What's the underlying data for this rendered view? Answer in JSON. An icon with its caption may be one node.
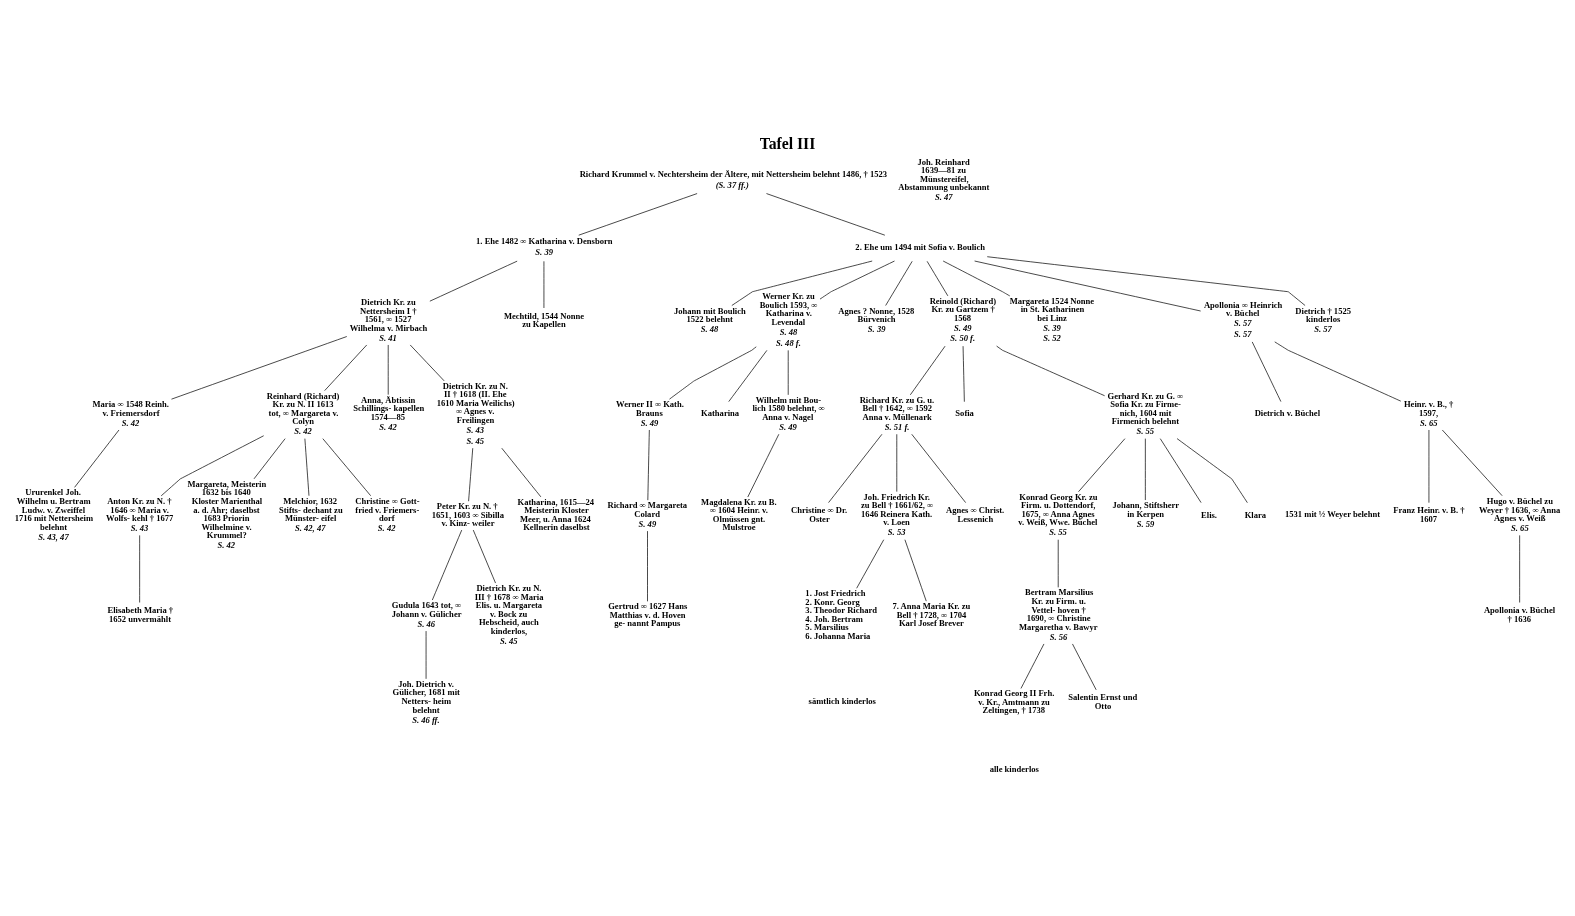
{
  "diagram": {
    "title": "Tafel III",
    "nodes": [
      {
        "text": [
          "Richard Krummel v. Nechtersheim der Ältere, mit Nettersheim belehnt 1486, † 1523"
        ],
        "beside": [
          "(S. 37 ff.)"
        ]
      },
      {
        "text": [
          "1. Ehe 1482 ∞ Katharina v. Densborn"
        ],
        "beside": [
          "S. 39"
        ]
      },
      {
        "text": [
          "2. Ehe um 1494 mit Sofia v. Boulich"
        ]
      },
      {
        "text": [
          "Dietrich Kr. zu Nettersheim I † 1561, ∞ 1527 Wilhelma v. Mirbach"
        ],
        "beside": [
          "S. 41"
        ]
      },
      {
        "text": [
          "Mechtild, 1544 Nonne zu Kapellen"
        ]
      },
      {
        "text": [
          "Maria ∞ 1548 Reinh. v. Friemersdorf"
        ],
        "beside": [
          "S. 42"
        ]
      },
      {
        "text": [
          "Reinhard (Richard) Kr. zu N. II 1613 tot, ∞ Margareta v. Colyn"
        ],
        "beside": [
          "S. 42"
        ]
      },
      {
        "text": [
          "Anna, Äbtissin Schillings- kapellen 1574—85"
        ],
        "beside": [
          "S. 42"
        ]
      },
      {
        "text": [
          "Dietrich Kr. zu N. II † 1618 (II. Ehe 1610 Maria Weilichs) ∞ Agnes v. Freilingen"
        ],
        "beside": [
          "S. 43",
          "S. 45"
        ]
      },
      {
        "text": [
          "Anton Kr. zu N. † 1646 ∞ Maria v. Wolfs- kehl † 1677"
        ],
        "beside": [
          "S. 43"
        ]
      },
      {
        "text": [
          "Margareta, Meisterin 1632 bis 1640 Kloster Marienthal a. d. Ahr; daselbst 1683 Priorin Wilhelmine v. Krummel?"
        ],
        "beside": [
          "S. 42"
        ]
      },
      {
        "text": [
          "Melchior, 1632 Stifts- dechant zu Münster- eifel"
        ],
        "beside": [
          "S. 42, 47"
        ]
      },
      {
        "text": [
          "Christine ∞ Gott- fried v. Friemers- dorf"
        ],
        "beside": [
          "S. 42"
        ]
      },
      {
        "text": [
          "Elisabeth Maria † 1652 unvermählt"
        ]
      },
      {
        "text": [
          "Ururenkel Joh. Wilhelm u. Bertram Ludw. v. Zweiffel 1716 mit Nettersheim belehnt"
        ],
        "beside": [
          "S. 43, 47"
        ]
      },
      {
        "text": [
          "Peter Kr. zu N. † 1651, 1603 ∞ Sibilla v. Kinz- weiler"
        ]
      },
      {
        "text": [
          "Katharina, 1615—24 Meisterin Kloster Meer, u. Anna 1624 Kellnerin daselbst"
        ]
      },
      {
        "text": [
          "Gudula 1643 tot, ∞ Johann v. Gülicher"
        ],
        "beside": [
          "S. 46"
        ]
      },
      {
        "text": [
          "Dietrich Kr. zu N. III † 1678 ∞ Maria Elis. u. Margareta v. Bock zu Hebscheid, auch kinderlos,"
        ],
        "beside": [
          "S. 45"
        ]
      },
      {
        "text": [
          "Joh. Dietrich v. Gülicher, 1681 mit Netters- heim belehnt"
        ],
        "beside": [
          "S. 46 ff."
        ]
      },
      {
        "text": [
          "Joh. Reinhard 1639—81 zu Münstereifel, Abstammung unbekannt"
        ],
        "beside": [
          "S. 47"
        ]
      },
      {
        "text": [
          "Johann mit Boulich 1522 belehnt"
        ],
        "beside": [
          "S. 48"
        ]
      },
      {
        "text": [
          "Werner Kr. zu Boulich 1593, ∞ Katharina v. Levendal"
        ],
        "beside": [
          "S. 48",
          "S. 48 f."
        ]
      },
      {
        "text": [
          "Agnes ? Nonne, 1528 Bürvenich"
        ],
        "beside": [
          "S. 39"
        ]
      },
      {
        "text": [
          "Reinold (Richard) Kr. zu Gartzem † 1568"
        ],
        "beside": [
          "S. 49",
          "S. 50 f."
        ]
      },
      {
        "text": [
          "Margareta 1524 Nonne in St. Katharinen bei Linz"
        ],
        "beside": [
          "S. 39",
          "S. 52"
        ]
      },
      {
        "text": [
          "Apollonia ∞ Heinrich v. Büchel"
        ],
        "beside": [
          "S. 57",
          "S. 57"
        ]
      },
      {
        "text": [
          "Dietrich † 1525 kinderlos"
        ],
        "beside": [
          "S. 57"
        ]
      },
      {
        "text": [
          "Werner II ∞ Kath. Brauns"
        ],
        "beside": [
          "S. 49"
        ]
      },
      {
        "text": [
          "Katharina"
        ]
      },
      {
        "text": [
          "Wilhelm mit Bou- lich 1580 belehnt, ∞ Anna v. Nagel"
        ],
        "beside": [
          "S. 49"
        ]
      },
      {
        "text": [
          "Richard ∞ Margareta Colard"
        ],
        "beside": [
          "S. 49"
        ]
      },
      {
        "text": [
          "Gertrud ∞ 1627 Hans Matthias v. d. Hoven ge- nannt Pampus"
        ]
      },
      {
        "text": [
          "Magdalena Kr. zu B. ∞ 1604 Heinr. v. Olmüssen gnt. Mulstroe"
        ]
      },
      {
        "text": [
          "Richard Kr. zu G. u. Bell † 1642, ∞ 1592 Anna v. Müllenark"
        ],
        "beside": [
          "S. 51 f."
        ]
      },
      {
        "text": [
          "Sofia"
        ]
      },
      {
        "text": [
          "Gerhard Kr. zu G. ∞ Sofia Kr. zu Firme- nich, 1604 mit Firmenich belehnt"
        ],
        "beside": [
          "S. 55"
        ]
      },
      {
        "text": [
          "Christine ∞ Dr. Oster"
        ]
      },
      {
        "text": [
          "Joh. Friedrich Kr. zu Bell † 1661/62, ∞ 1646 Reinera Kath. v. Loen"
        ],
        "beside": [
          "S. 53"
        ]
      },
      {
        "text": [
          "Agnes ∞ Christ. Lessenich"
        ]
      },
      {
        "text": [
          "1. Jost Friedrich 2. Konr. Georg 3. Theodor Richard 4. Joh. Bertram 5. Marsilius 6. Johanna Maria"
        ]
      },
      {
        "text": [
          "7. Anna Maria Kr. zu Bell † 1728, ∞ 1704 Karl Josef Brever"
        ]
      },
      {
        "text": [
          "Konrad Georg Kr. zu Firm. u. Dottendorf, 1675, ∞ Anna Agnes v. Weiß, Wwe. Büchel"
        ],
        "beside": [
          "S. 55"
        ]
      },
      {
        "text": [
          "Johann, Stiftsherr in Kerpen"
        ],
        "beside": [
          "S. 59"
        ]
      },
      {
        "text": [
          "Elis."
        ]
      },
      {
        "text": [
          "Klara"
        ]
      },
      {
        "text": [
          "Bertram Marsilius Kr. zu Firm. u. Vettel- hoven † 1690, ∞ Christine Margaretha v. Bawyr"
        ],
        "beside": [
          "S. 56"
        ]
      },
      {
        "text": [
          "Konrad Georg II Frh. v. Kr., Amtmann zu Zeltingen, † 1738"
        ]
      },
      {
        "text": [
          "Salentin Ernst und Otto"
        ]
      },
      {
        "text": [
          "Dietrich v. Büchel"
        ]
      },
      {
        "text": [
          "Heinr. v. B., † 1597,"
        ],
        "beside": [
          "S. 65"
        ]
      },
      {
        "text": [
          "Franz Heinr. v. B. † 1607"
        ]
      },
      {
        "text": [
          "Hugo v. Büchel zu Weyer † 1636, ∞ Anna Agnes v. Weiß"
        ],
        "beside": [
          "S. 65"
        ]
      },
      {
        "text": [
          "Apollonia v. Büchel † 1636"
        ]
      }
    ],
    "edges": [
      {
        "from": 0,
        "to": 1,
        "arrow": "none"
      },
      {
        "from": 0,
        "to": 2,
        "arrow": "none"
      },
      {
        "from": 1,
        "to": 3,
        "arrow": "none"
      },
      {
        "from": 1,
        "to": 4,
        "arrow": "none"
      },
      {
        "from": 3,
        "to": 5,
        "arrow": "none"
      },
      {
        "from": 3,
        "to": 6,
        "arrow": "none"
      },
      {
        "from": 3,
        "to": 7,
        "arrow": "none"
      },
      {
        "from": 3,
        "to": 8,
        "arrow": "none"
      },
      {
        "from": 6,
        "to": 9,
        "arrow": "none"
      },
      {
        "from": 6,
        "to": 10,
        "arrow": "none"
      },
      {
        "from": 6,
        "to": 11,
        "arrow": "none"
      },
      {
        "from": 6,
        "to": 12,
        "arrow": "none"
      },
      {
        "from": 9,
        "to": 13,
        "arrow": "none"
      },
      {
        "from": 5,
        "to": 14,
        "arrow": "none"
      },
      {
        "from": 8,
        "to": 15,
        "arrow": "none"
      },
      {
        "from": 8,
        "to": 16,
        "arrow": "none"
      },
      {
        "from": 15,
        "to": 17,
        "arrow": "none"
      },
      {
        "from": 15,
        "to": 18,
        "arrow": "none"
      },
      {
        "from": 17,
        "to": 19,
        "arrow": "none"
      },
      {
        "from": 2,
        "to": 21,
        "arrow": "none"
      },
      {
        "from": 2,
        "to": 22,
        "arrow": "none"
      },
      {
        "from": 2,
        "to": 23,
        "arrow": "none"
      },
      {
        "from": 2,
        "to": 24,
        "arrow": "none"
      },
      {
        "from": 2,
        "to": 25,
        "arrow": "none"
      },
      {
        "from": 2,
        "to": 26,
        "arrow": "none"
      },
      {
        "from": 2,
        "to": 27,
        "arrow": "none"
      },
      {
        "from": 22,
        "to": 28,
        "arrow": "none"
      },
      {
        "from": 22,
        "to": 29,
        "arrow": "none"
      },
      {
        "from": 22,
        "to": 30,
        "arrow": "none"
      },
      {
        "from": 28,
        "to": 31,
        "arrow": "none"
      },
      {
        "from": 31,
        "to": 32,
        "arrow": "none"
      },
      {
        "from": 30,
        "to": 33,
        "arrow": "none"
      },
      {
        "from": 24,
        "to": 34,
        "arrow": "none"
      },
      {
        "from": 24,
        "to": 35,
        "arrow": "none"
      },
      {
        "from": 24,
        "to": 36,
        "arrow": "none"
      },
      {
        "from": 34,
        "to": 37,
        "arrow": "none"
      },
      {
        "from": 34,
        "to": 38,
        "arrow": "none"
      },
      {
        "from": 34,
        "to": 39,
        "arrow": "none"
      },
      {
        "from": 38,
        "to": 40,
        "arrow": "none"
      },
      {
        "from": 38,
        "to": 41,
        "arrow": "none"
      },
      {
        "from": 36,
        "to": 42,
        "arrow": "none"
      },
      {
        "from": 36,
        "to": 43,
        "arrow": "none"
      },
      {
        "from": 36,
        "to": 44,
        "arrow": "none"
      },
      {
        "from": 36,
        "to": 45,
        "arrow": "none"
      },
      {
        "from": 42,
        "to": 46,
        "arrow": "none"
      },
      {
        "from": 46,
        "to": 47,
        "arrow": "none"
      },
      {
        "from": 46,
        "to": 48,
        "arrow": "none"
      },
      {
        "from": 26,
        "to": 49,
        "arrow": "none"
      },
      {
        "from": 26,
        "to": 50,
        "arrow": "none"
      },
      {
        "from": 50,
        "to": 51,
        "arrow": "none"
      },
      {
        "from": 50,
        "to": 52,
        "arrow": "none"
      },
      {
        "from": 52,
        "to": 53,
        "arrow": "none"
      }
    ],
    "labels": [
      "1531 mit ½ Weyer belehnt",
      "sämtlich kinderlos",
      "alle kinderlos"
    ]
  }
}
